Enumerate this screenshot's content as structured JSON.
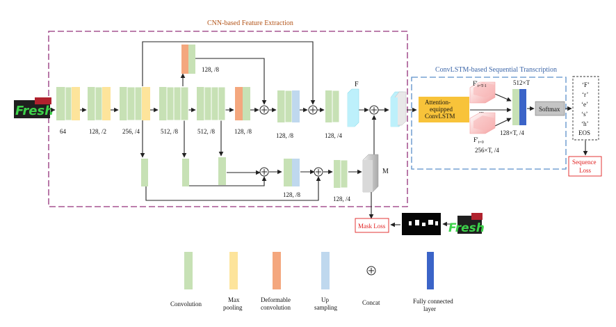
{
  "regions": {
    "cnn_title": "CNN-based Feature Extraction",
    "lstm_title": "ConvLSTM-based Sequential Transcription"
  },
  "input_image_text": "Fresh",
  "block_labels": {
    "b1": "64",
    "b2": "128, /2",
    "b3": "256, /4",
    "b4": "512, /8",
    "b5": "512, /8",
    "b6": "128, /8",
    "b_top": "128, /8",
    "b7": "128, /8",
    "b8": "128, /4",
    "b_bot1": "128, /8",
    "b_bot2": "128, /4"
  },
  "feature_maps": {
    "F": "F",
    "M": "M"
  },
  "lstm": {
    "box_line1": "Attention-",
    "box_line2": "equipped",
    "box_line3": "ConvLSTM",
    "f_top_main": "F'",
    "f_top_sub": "t=T-1",
    "f_bot_main": "F'",
    "f_bot_sub": "t=0",
    "dots": "...",
    "size_256": "256×T, /4",
    "size_512": "512×T",
    "size_128": "128×T, /4",
    "softmax": "Softmax"
  },
  "output_chars": [
    "‘F’",
    "‘r’",
    "‘e’",
    "‘s’",
    "‘h’",
    "EOS"
  ],
  "losses": {
    "sequence_line1": "Sequence",
    "sequence_line2": "Loss",
    "mask": "Mask Loss"
  },
  "legend": [
    {
      "line1": "Convolution",
      "line2": "",
      "color": "#c7e1b5"
    },
    {
      "line1": "Max",
      "line2": "pooling",
      "color": "#fde49b"
    },
    {
      "line1": "Deformable",
      "line2": "convolution",
      "color": "#f4a77e"
    },
    {
      "line1": "Up",
      "line2": "sampling",
      "color": "#bfd8ee"
    },
    {
      "line1": "Concat",
      "line2": "",
      "color": ""
    },
    {
      "line1": "Fully connected",
      "line2": "layer",
      "color": "#3b64c8"
    }
  ],
  "colors": {
    "conv": "#c7e1b5",
    "maxpool": "#fde49b",
    "deform": "#f4a77e",
    "upsample": "#bfd8ee",
    "fc": "#3b64c8",
    "cyan": "#bdf0fb",
    "attention": "#f8c33a",
    "cnn_border": "#93307a",
    "lstm_border": "#5b8fc9",
    "loss_red": "#e02020",
    "cnn_title": "#b3551a",
    "lstm_title": "#3c66a8"
  }
}
